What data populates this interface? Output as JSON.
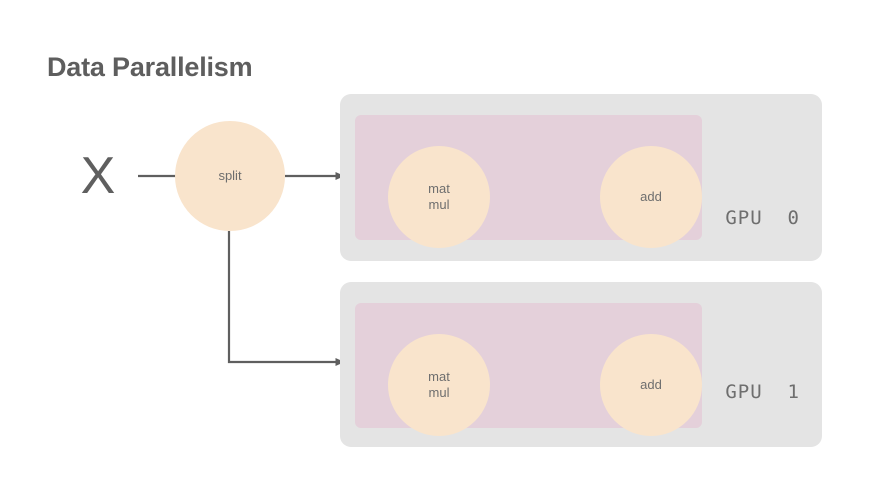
{
  "title": "Data Parallelism",
  "input": {
    "label": "X"
  },
  "split": {
    "label": "split"
  },
  "ops": {
    "matmul_label": "mat\nmul",
    "add_label": "add"
  },
  "devices": [
    {
      "name": "GPU  0",
      "matmul": "mat\nmul",
      "add": "add"
    },
    {
      "name": "GPU  1",
      "matmul": "mat\nmul",
      "add": "add"
    }
  ],
  "colors": {
    "background": "#ffffff",
    "node_fill": "#f9e4cc",
    "device_box": "#e4e4e4",
    "device_inner": "#e4d0da",
    "edge": "#5f5f5f",
    "title_text": "#5e5e5e",
    "label_text": "#6e6e6e"
  }
}
